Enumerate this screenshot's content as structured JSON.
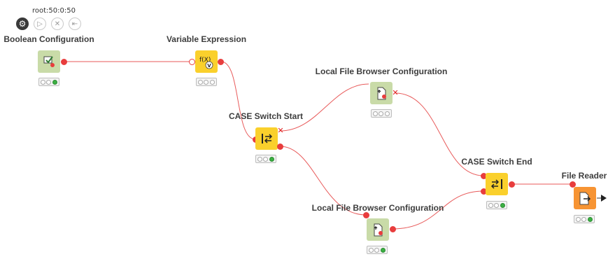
{
  "workflow": {
    "root_label": "root:50:0:50"
  },
  "toolbar": {
    "buttons": [
      {
        "name": "configure",
        "icon": "gear-icon",
        "active": true
      },
      {
        "name": "execute",
        "icon": "play-icon",
        "active": false
      },
      {
        "name": "cancel",
        "icon": "cancel-icon",
        "active": false
      },
      {
        "name": "reset",
        "icon": "step-back-icon",
        "active": false
      }
    ]
  },
  "nodes": {
    "boolean_config": {
      "title": "Boolean Configuration",
      "color": "#c9dba8",
      "status": [
        "inactive",
        "inactive",
        "green"
      ]
    },
    "variable_expression": {
      "title": "Variable Expression",
      "color": "#fad02c",
      "status": [
        "inactive",
        "inactive",
        "inactive"
      ]
    },
    "case_switch_start": {
      "title": "CASE Switch Start",
      "color": "#fad02c",
      "status": [
        "inactive",
        "inactive",
        "green"
      ]
    },
    "local_file_browser_top": {
      "title": "Local File Browser Configuration",
      "color": "#c9dba8",
      "status": [
        "inactive",
        "inactive",
        "inactive"
      ]
    },
    "local_file_browser_bottom": {
      "title": "Local File Browser Configuration",
      "color": "#c9dba8",
      "status": [
        "inactive",
        "inactive",
        "green"
      ]
    },
    "case_switch_end": {
      "title": "CASE Switch End",
      "color": "#fad02c",
      "status": [
        "inactive",
        "inactive",
        "green"
      ]
    },
    "file_reader": {
      "title": "File Reader",
      "color": "#f79433",
      "status": [
        "inactive",
        "inactive",
        "green"
      ]
    }
  },
  "colors": {
    "connection": "#e85a5a",
    "port": "#e83d3d",
    "status_green": "#3cb043"
  }
}
